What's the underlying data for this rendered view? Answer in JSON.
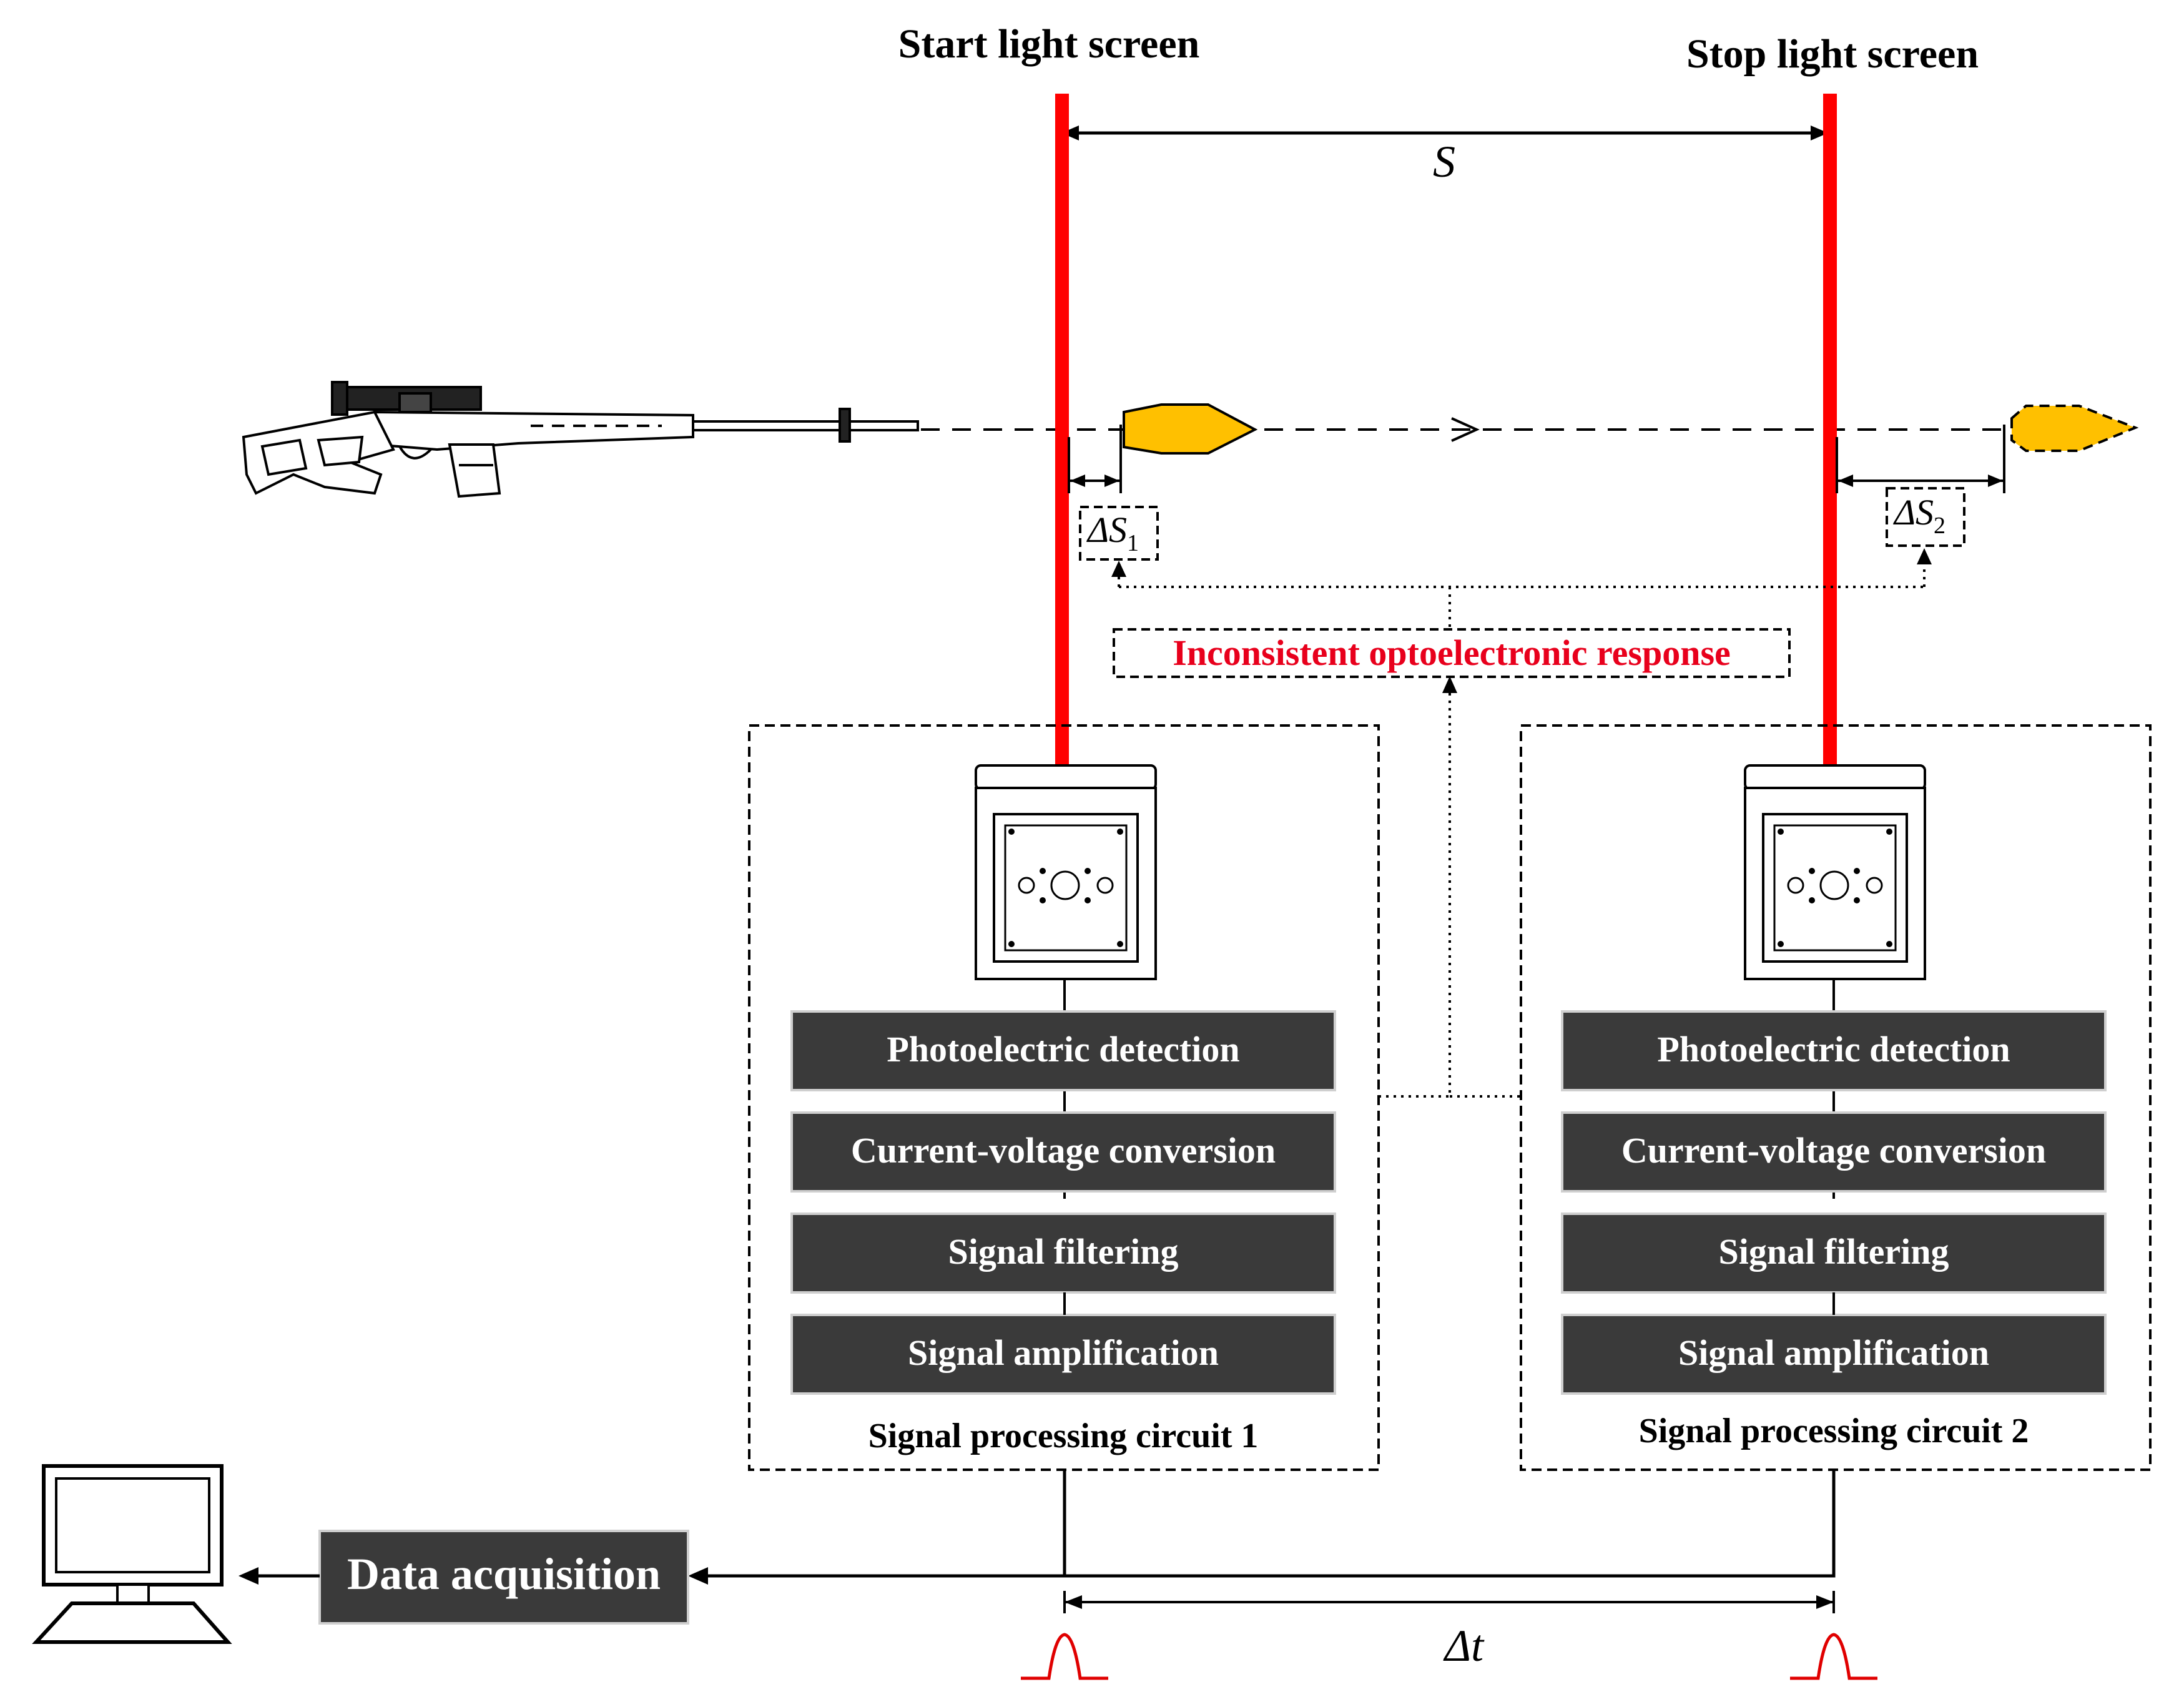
{
  "screens": {
    "start_title": "Start light screen",
    "stop_title": "Stop light screen",
    "distance_label": "S"
  },
  "offsets": {
    "delta_s1_symbol": "ΔS",
    "delta_s1_sub": "1",
    "delta_s2_symbol": "ΔS",
    "delta_s2_sub": "2"
  },
  "response_note": "Inconsistent optoelectronic response",
  "circuit_1": {
    "stages": [
      "Photoelectric detection",
      "Current-voltage conversion",
      "Signal filtering",
      "Signal amplification"
    ],
    "caption": "Signal processing circuit 1"
  },
  "circuit_2": {
    "stages": [
      "Photoelectric detection",
      "Current-voltage conversion",
      "Signal filtering",
      "Signal amplification"
    ],
    "caption": "Signal processing circuit 2"
  },
  "data_acquisition": "Data acquisition",
  "time_label": "Δt",
  "colors": {
    "screen_beam": "#ff0000",
    "warning_text": "#e8001c",
    "bullet": "#ffc000",
    "stage_box": "#3a3a3a",
    "pulse": "#e00000"
  },
  "icons": [
    "rifle-icon",
    "bullet-icon",
    "light-screen-device-icon",
    "computer-monitor-icon",
    "pulse-signal-icon"
  ]
}
